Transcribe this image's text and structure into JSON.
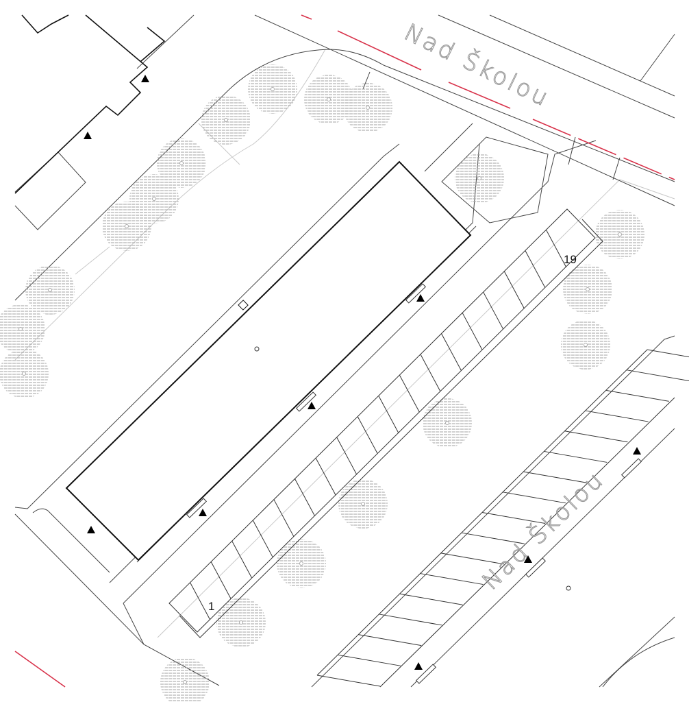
{
  "map": {
    "street_labels": [
      "Nad Školou",
      "Nad Školou"
    ],
    "parking_stall_first": "1",
    "parking_stall_last": "19",
    "parking_stall_count": 19,
    "colors": {
      "line": "#1a1a1a",
      "thin_line": "#777777",
      "light_line": "#c8c8c8",
      "boundary_red": "#d8324a",
      "tree_hatch": "#a8a8a8"
    },
    "icons": [
      "entrance-arrow-icon",
      "tree-icon",
      "point-marker-icon"
    ]
  }
}
